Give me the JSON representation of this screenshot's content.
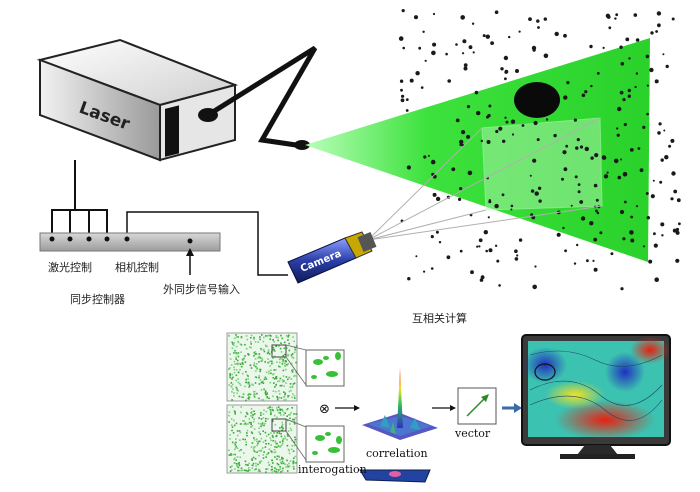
{
  "upper": {
    "laser_label": "Laser",
    "camera_label": "Camera",
    "controller": {
      "laser_ctrl": "激光控制",
      "camera_ctrl": "相机控制",
      "name": "同步控制器",
      "external_sync": "外同步信号输入"
    }
  },
  "lower": {
    "title": "互相关计算",
    "operator": "⊗",
    "correlation_label": "correlation",
    "vector_label": "vector",
    "interrogation_label": "interogation"
  },
  "colors": {
    "laser_sheet": "#22dd22",
    "seed_particles": "#1a1a1a",
    "camera_body": "#2a3fa8",
    "monitor_frame": "#3a3a3a"
  }
}
